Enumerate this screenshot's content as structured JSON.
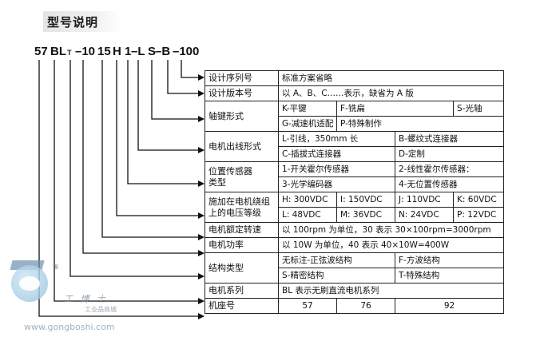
{
  "section_title": "型号说明",
  "model_code": {
    "parts": [
      "57",
      "BL",
      "T",
      "–10",
      "15",
      "H",
      "1",
      "–L",
      "S",
      "–B",
      "–100"
    ]
  },
  "rows": [
    {
      "label": "设计序列号",
      "cells": [
        {
          "text": "标准方案省略",
          "span": 4
        }
      ]
    },
    {
      "label": "设计版本号",
      "cells": [
        {
          "text": "以 A、B、C……表示，缺省为 A 版",
          "span": 4
        }
      ]
    },
    {
      "label": "轴键形式",
      "cells": [
        [
          {
            "text": "K-平键",
            "span": 1
          },
          {
            "text": "F-铣扁",
            "span": 2
          },
          {
            "text": "S-光轴",
            "span": 1
          }
        ],
        [
          {
            "text": "G-减速机适配",
            "span": 1
          },
          {
            "text": "P-特殊制作",
            "span": 3
          }
        ]
      ]
    },
    {
      "label": "电机出线形式",
      "cells": [
        [
          {
            "text": "L-引线，350mm 长",
            "span": 2
          },
          {
            "text": "B-螺纹式连接器",
            "span": 2
          }
        ],
        [
          {
            "text": "C-插拔式连接器",
            "span": 2
          },
          {
            "text": "D-定制",
            "span": 2
          }
        ]
      ]
    },
    {
      "label": "位置传感器类型",
      "label_lines": [
        "位置传感器",
        "类型"
      ],
      "cells": [
        [
          {
            "text": "1-开关霍尔传感器",
            "span": 2
          },
          {
            "text": "2-线性霍尔传感器：",
            "span": 2
          }
        ],
        [
          {
            "text": "3-光学编码器",
            "span": 2
          },
          {
            "text": "4-无位置传感器",
            "span": 2
          }
        ]
      ]
    },
    {
      "label": "施加在电机绕组上的电压等级",
      "label_lines": [
        "施加在电机绕组",
        "上的电压等级"
      ],
      "cells": [
        [
          {
            "text": "H: 300VDC"
          },
          {
            "text": "I: 150VDC"
          },
          {
            "text": "J: 110VDC"
          },
          {
            "text": "K: 60VDC"
          }
        ],
        [
          {
            "text": "L: 48VDC"
          },
          {
            "text": "M: 36VDC"
          },
          {
            "text": "N: 24VDC"
          },
          {
            "text": "P: 12VDC"
          }
        ]
      ]
    },
    {
      "label": "电机额定转速",
      "cells": [
        {
          "text": "以 100rpm 为单位，30 表示 30×100rpm=3000rpm",
          "span": 4
        }
      ]
    },
    {
      "label": "电机功率",
      "cells": [
        {
          "text": "以 10W 为单位，40 表示 40×10W=400W",
          "span": 4
        }
      ]
    },
    {
      "label": "结构类型",
      "cells": [
        [
          {
            "text": "无标注-正弦波结构",
            "span": 2
          },
          {
            "text": "F-方波结构",
            "span": 2
          }
        ],
        [
          {
            "text": "S-精密结构",
            "span": 2
          },
          {
            "text": "T-特殊结构",
            "span": 2
          }
        ]
      ]
    },
    {
      "label": "电机系列",
      "cells": [
        {
          "text": "BL 表示无刷直流电机系列",
          "span": 4
        }
      ]
    },
    {
      "label": "机座号",
      "cells": [
        {
          "text": "57"
        },
        {
          "text": "76"
        },
        {
          "text": "92"
        }
      ]
    }
  ],
  "watermark": {
    "brand": "工 博 士",
    "sub": "工业品商城",
    "url": "www.gongboshi.com",
    "reg": "®"
  }
}
